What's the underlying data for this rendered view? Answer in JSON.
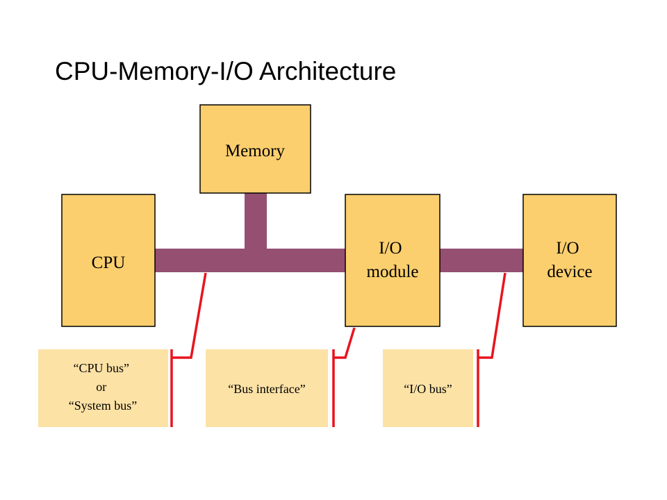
{
  "title": "CPU-Memory-I/O Architecture",
  "colors": {
    "component_fill": "#FCCF6E",
    "callout_fill": "#FDE2A6",
    "bus": "#944F71",
    "pointer": "#E8141E",
    "outline": "#000000"
  },
  "nodes": {
    "memory": {
      "lines": [
        "Memory"
      ]
    },
    "cpu": {
      "lines": [
        "CPU"
      ]
    },
    "io_module": {
      "lines": [
        "I/O",
        "module"
      ]
    },
    "io_device": {
      "lines": [
        "I/O",
        "device"
      ]
    }
  },
  "callouts": {
    "cpu_bus": {
      "lines": [
        "“CPU bus”",
        "or",
        "“System bus”"
      ]
    },
    "bus_interface": {
      "lines": [
        "“Bus interface”"
      ]
    },
    "io_bus": {
      "lines": [
        "“I/O bus”"
      ]
    }
  }
}
